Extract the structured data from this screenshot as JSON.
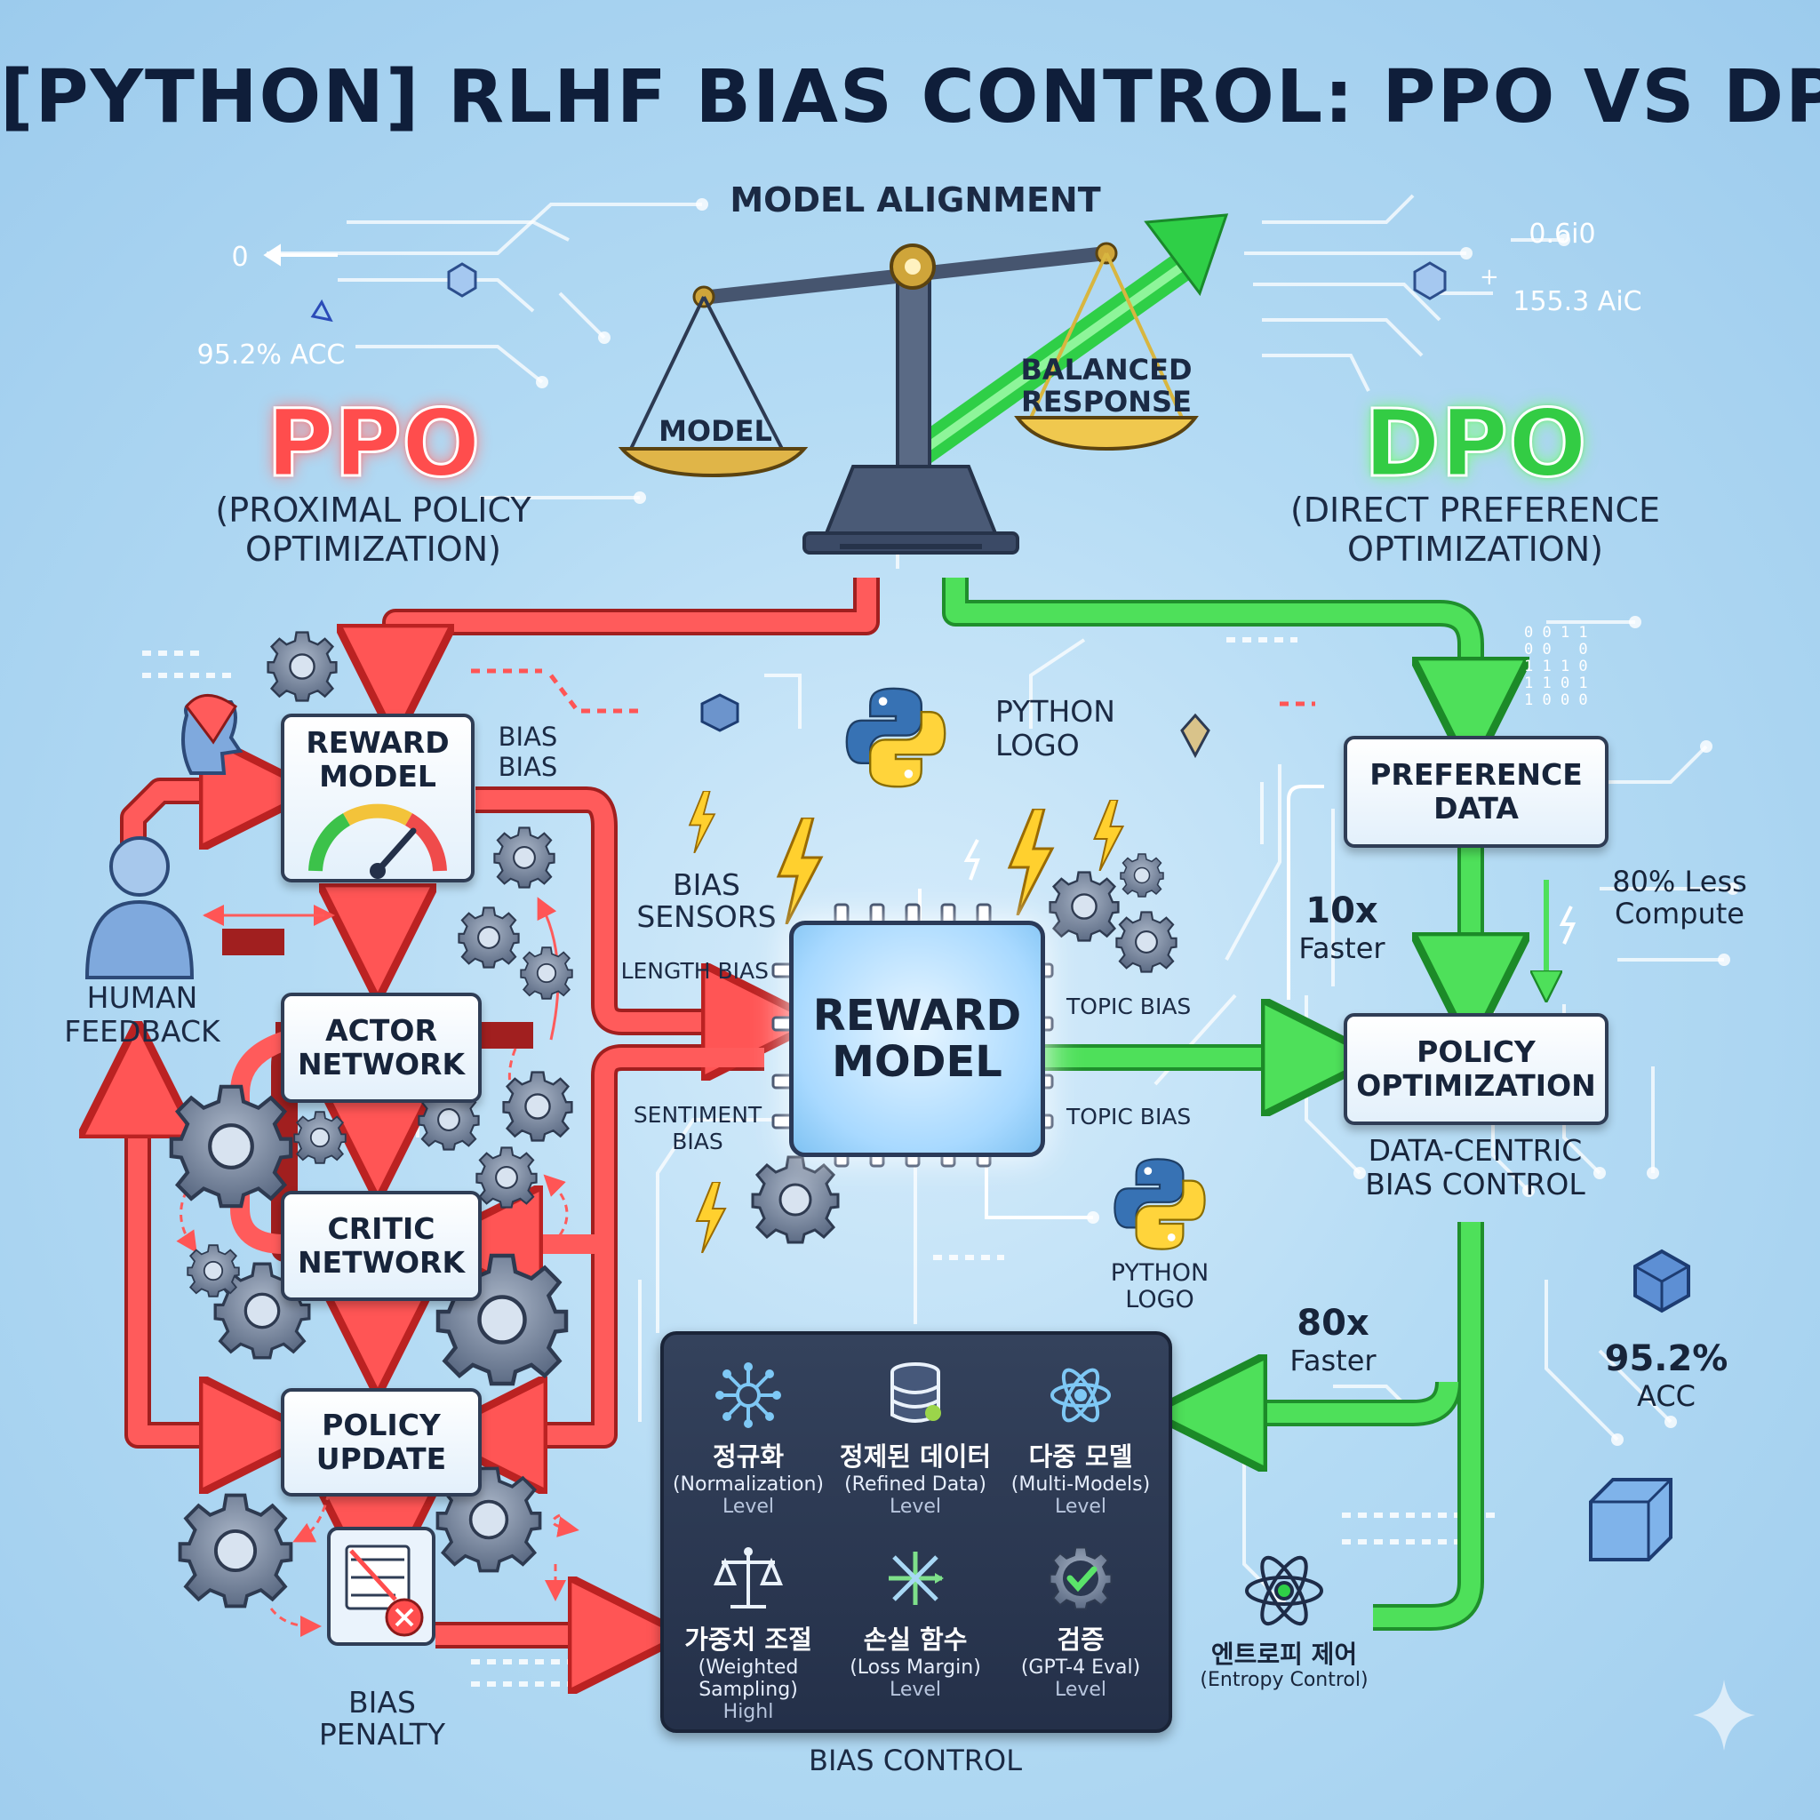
{
  "title": "[PYTHON] RLHF BIAS CONTROL: PPO VS DPO",
  "alignment": {
    "label": "MODEL ALIGNMENT",
    "left_pan": "MODEL",
    "right_pan": "BALANCED\nRESPONSE"
  },
  "ppo": {
    "heading": "PPO",
    "subtitle": "(PROXIMAL POLICY\nOPTIMIZATION)"
  },
  "dpo": {
    "heading": "DPO",
    "subtitle": "(DIRECT PREFERENCE\nOPTIMIZATION)"
  },
  "decor_stats": {
    "left_zero": "0",
    "left_acc": "95.2% ACC",
    "right_val": "0.6i0",
    "right_aic": "155.3 AiC",
    "binary": "0 0 1 1\n0 0   0\n1 1 1 0\n1 1 0 1\n1 0 0 0"
  },
  "ppo_flow": {
    "reward_model": "REWARD\nMODEL",
    "bias_note": "BIAS\nBIAS",
    "actor": "ACTOR\nNETWORK",
    "critic": "CRITIC\nNETWORK",
    "policy_update": "POLICY\nUPDATE",
    "bias_penalty": "BIAS\nPENALTY",
    "human_feedback": "HUMAN\nFEEDBACK"
  },
  "center": {
    "python_logo_top": "PYTHON\nLOGO",
    "bias_sensors": "BIAS\nSENSORS",
    "chip": "REWARD\nMODEL",
    "length_bias": "LENGTH BIAS",
    "sentiment_bias": "SENTIMENT\nBIAS",
    "topic_bias_1": "TOPIC BIAS",
    "topic_bias_2": "TOPIC BIAS",
    "python_logo_bottom": "PYTHON\nLOGO"
  },
  "dpo_flow": {
    "preference_data": "PREFERENCE\nDATA",
    "policy_optimization": "POLICY\nOPTIMIZATION",
    "speed_1": "10x",
    "speed_1_unit": "Faster",
    "compute": "80% Less\nCompute",
    "data_centric": "DATA-CENTRIC\nBIAS CONTROL",
    "speed_2": "80x",
    "speed_2_unit": "Faster",
    "acc": "95.2%",
    "acc_unit": "ACC",
    "entropy_ko": "엔트로피 제어",
    "entropy_en": "(Entropy Control)"
  },
  "bias_control": {
    "caption": "BIAS CONTROL",
    "items": [
      {
        "ko": "정규화",
        "en": "(Normalization)",
        "level": "Level",
        "icon": "network-node-icon"
      },
      {
        "ko": "정제된 데이터",
        "en": "(Refined Data)",
        "level": "Level",
        "icon": "database-icon"
      },
      {
        "ko": "다중 모델",
        "en": "(Multi-Models)",
        "level": "Level",
        "icon": "atom-icon"
      },
      {
        "ko": "가중치 조절",
        "en": "(Weighted Sampling)",
        "level": "Highl",
        "icon": "scale-icon"
      },
      {
        "ko": "손실 함수",
        "en": "(Loss Margin)",
        "level": "Level",
        "icon": "loss-cross-icon"
      },
      {
        "ko": "검증",
        "en": "(GPT-4 Eval)",
        "level": "Level",
        "icon": "check-gear-icon"
      }
    ]
  },
  "colors": {
    "ppo_red": "#ff4d4d",
    "dpo_green": "#33cc44",
    "background": "#a9d2f0",
    "panel": "#2b3850"
  }
}
